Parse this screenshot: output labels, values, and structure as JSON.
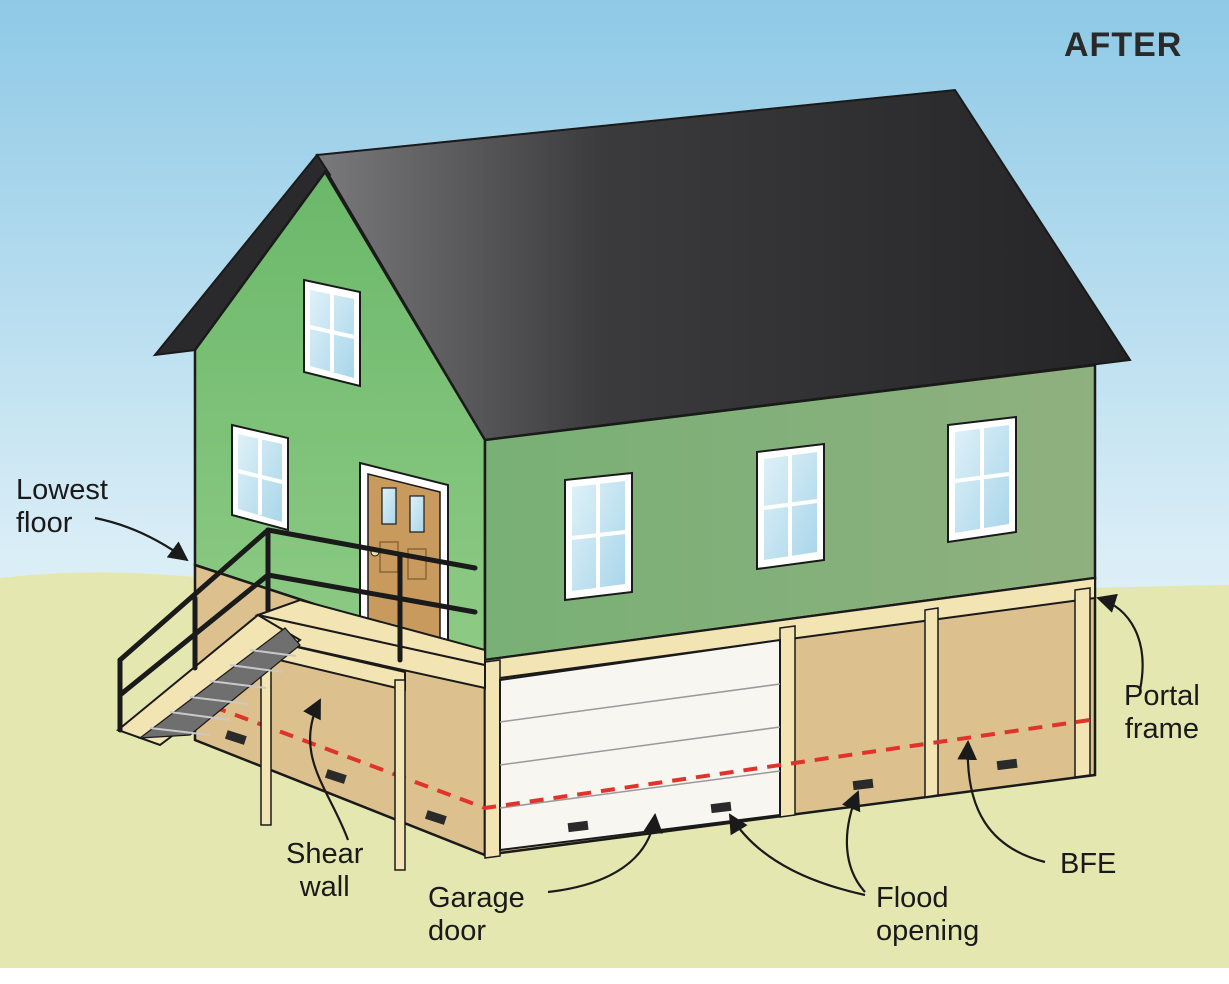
{
  "panel": {
    "title": "AFTER"
  },
  "labels": {
    "lowest_floor": [
      "Lowest",
      "floor"
    ],
    "shear_wall": [
      "Shear",
      "wall"
    ],
    "garage_door": [
      "Garage",
      "door"
    ],
    "flood_opening": [
      "Flood",
      "opening"
    ],
    "bfe": [
      "BFE"
    ],
    "portal_frame": [
      "Portal",
      "frame"
    ]
  },
  "colors": {
    "sky_top": "#8ec9e6",
    "sky_bottom": "#ffffff",
    "ground": "#e4e8b0",
    "wall_green_light": "#86c57f",
    "wall_green_dark": "#6f9e6f",
    "roof": "#2f2f31",
    "foundation_tan": "#dcc08d",
    "trim_cream": "#f3e4b4",
    "bfe_line": "#e0332b",
    "garage_door": "#f7f6f0",
    "door_wood": "#c99a5e"
  }
}
